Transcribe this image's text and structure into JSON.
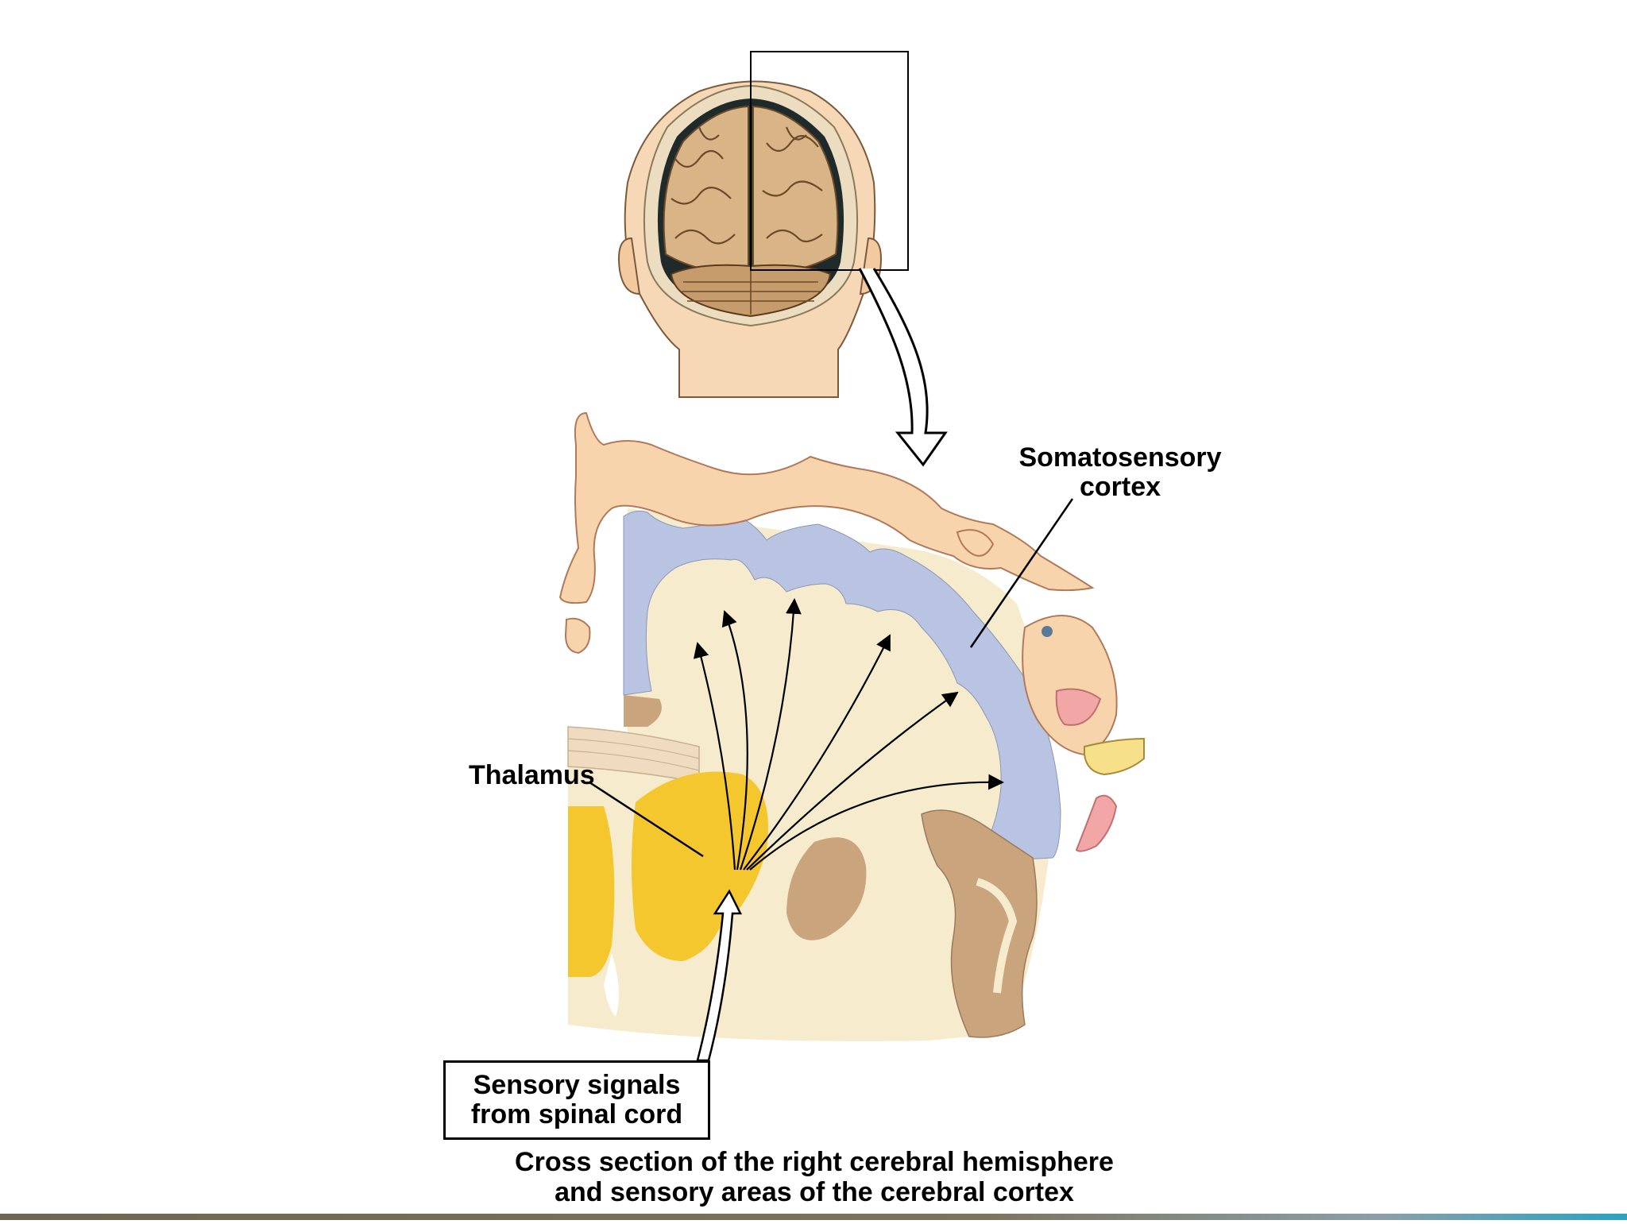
{
  "labels": {
    "somatosensory_cortex": [
      "Somatosensory",
      "cortex"
    ],
    "thalamus": "Thalamus",
    "sensory_signals": [
      "Sensory signals",
      "from spinal cord"
    ]
  },
  "caption": [
    "Cross section of the right cerebral hemisphere",
    "and sensory areas of the cerebral cortex"
  ],
  "colors": {
    "cortex_gray_matter": "#b8c4e2",
    "white_matter": "#f6ebcc",
    "thalamus": "#f5c72e",
    "deep_nuclei": "#c9a47c",
    "skin": "#f8d4ad",
    "brain": "#d4ae80",
    "lips": "#f2a6a6"
  },
  "icons": [
    "head-with-exposed-brain-icon",
    "down-arrow-icon",
    "sensory-homunculus-icon",
    "up-arrow-icon"
  ]
}
